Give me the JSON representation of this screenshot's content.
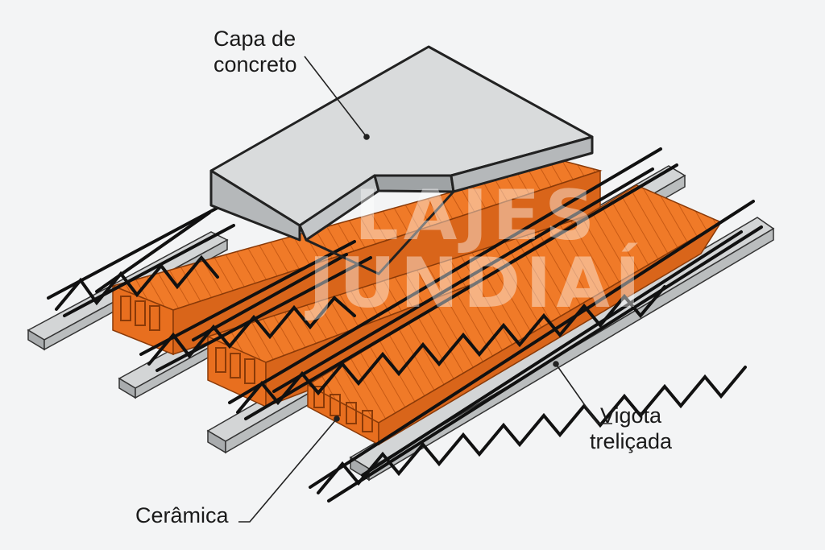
{
  "labels": {
    "capa_line1": "Capa de",
    "capa_line2": "concreto",
    "vigota_line1": "Vigota",
    "vigota_line2": "treliçada",
    "ceramica": "Cerâmica"
  },
  "watermark": {
    "line1": "LAJES",
    "line2": "JUNDIAÍ"
  },
  "colors": {
    "background": "#f3f4f5",
    "concrete_top": "#d9dbdc",
    "concrete_side": "#b9bcbe",
    "beam": "#d3d5d6",
    "ceramic": "#f07a28",
    "ceramic_dark": "#c85a14",
    "truss": "#111111"
  }
}
